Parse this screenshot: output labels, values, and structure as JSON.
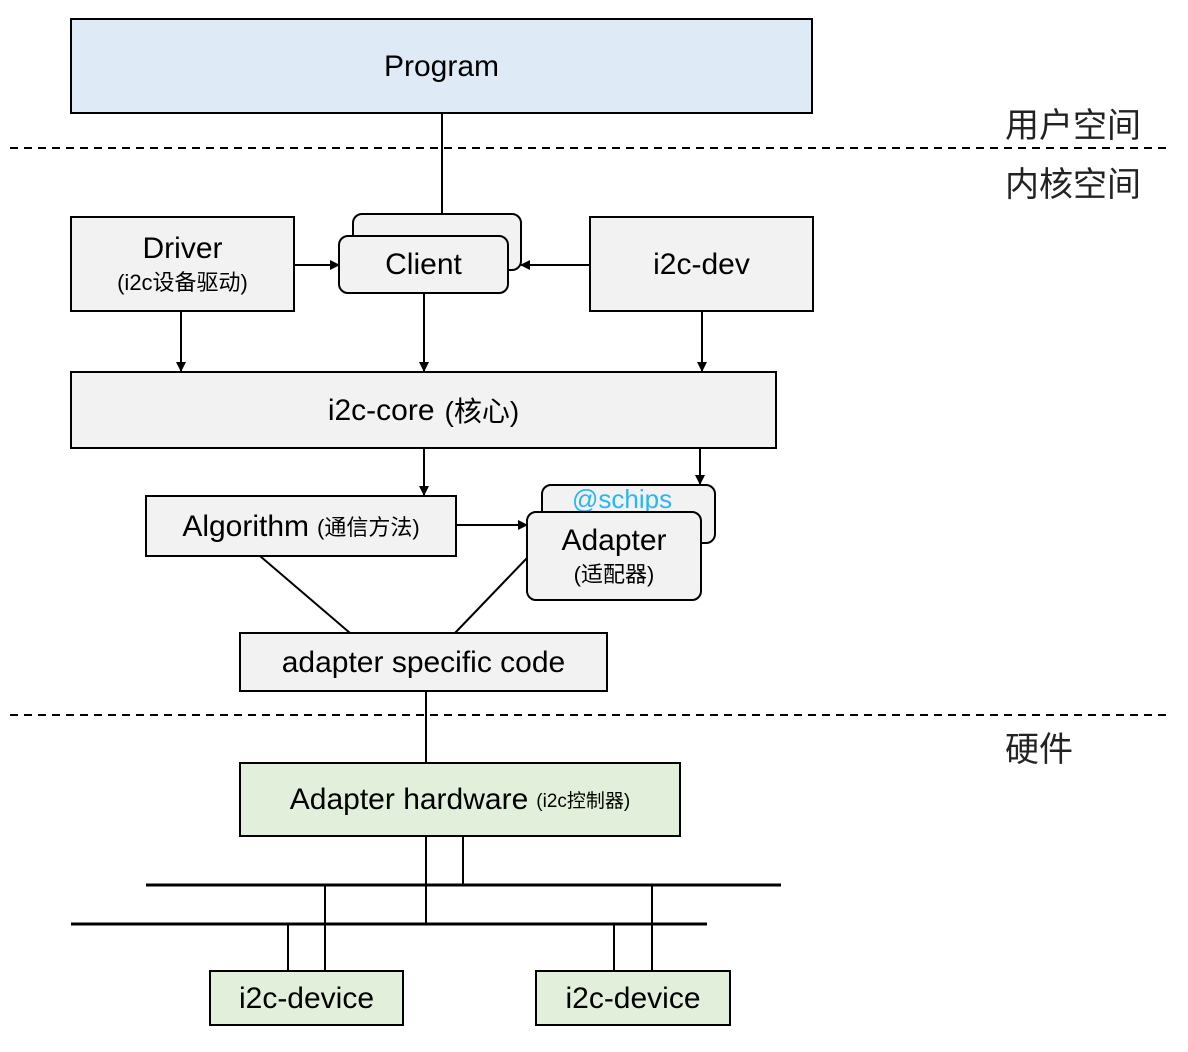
{
  "zones": {
    "user_space": "用户空间",
    "kernel_space": "内核空间",
    "hardware": "硬件"
  },
  "nodes": {
    "program": "Program",
    "driver": "Driver",
    "driver_sub": "(i2c设备驱动)",
    "client": "Client",
    "i2c_dev": "i2c-dev",
    "i2c_core": "i2c-core",
    "i2c_core_sub": "(核心)",
    "algorithm": "Algorithm",
    "algorithm_sub": "(通信方法)",
    "adapter": "Adapter",
    "adapter_sub": "(适配器)",
    "adapter_code": "adapter specific code",
    "adapter_hw": "Adapter hardware",
    "adapter_hw_sub": "(i2c控制器)",
    "device_left": "i2c-device",
    "device_right": "i2c-device"
  },
  "watermark": "@schips",
  "colors": {
    "program_fill": "#deebf7",
    "kernel_fill": "#f2f2f2",
    "hardware_fill": "#e2efda",
    "watermark": "#29b6f6"
  }
}
